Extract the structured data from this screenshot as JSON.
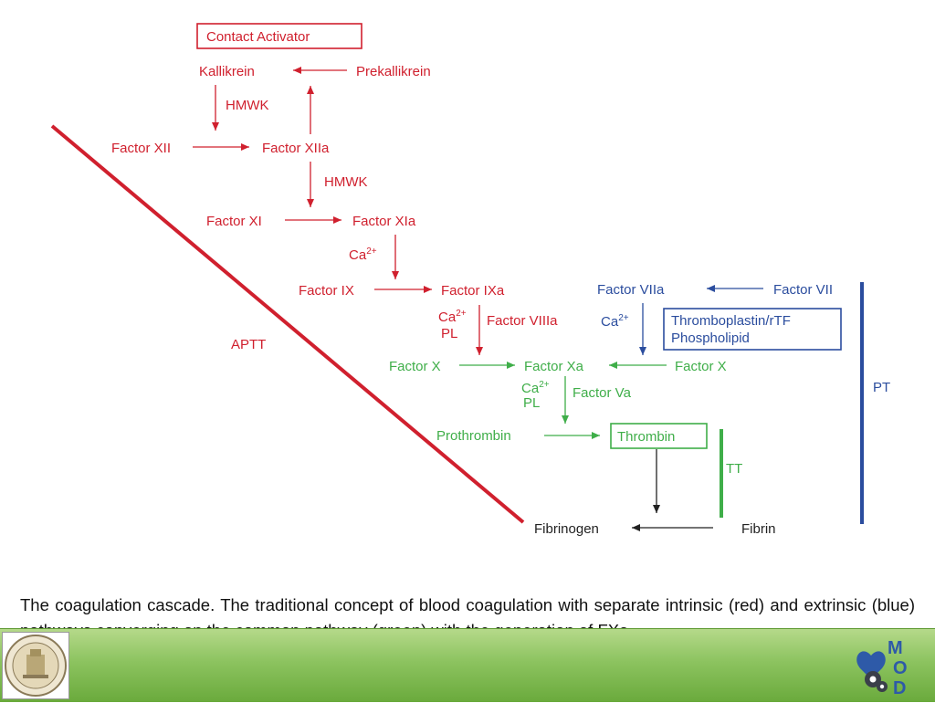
{
  "diagram": {
    "contact_activator": "Contact Activator",
    "kallikrein": "Kallikrein",
    "prekallikrein": "Prekallikrein",
    "hmwk_1": "HMWK",
    "factor_xii": "Factor XII",
    "factor_xiia": "Factor XIIa",
    "hmwk_2": "HMWK",
    "factor_xi": "Factor XI",
    "factor_xia": "Factor XIa",
    "ca_1": "Ca",
    "ca_1_sup": "2+",
    "factor_ix": "Factor IX",
    "factor_ixa": "Factor IXa",
    "ca_2": "Ca",
    "ca_2_sup": "2+",
    "pl_1": "PL",
    "factor_viiia": "Factor VIIIa",
    "aptt": "APTT",
    "factor_viia": "Factor VIIa",
    "factor_vii": "Factor VII",
    "ca_blue": "Ca",
    "ca_blue_sup": "2+",
    "thromboplastin_line1": "Thromboplastin/rTF",
    "thromboplastin_line2": "Phospholipid",
    "factor_x_left": "Factor X",
    "factor_xa": "Factor Xa",
    "factor_x_right": "Factor X",
    "ca_3": "Ca",
    "ca_3_sup": "2+",
    "pl_2": "PL",
    "factor_va": "Factor Va",
    "pt": "PT",
    "prothrombin": "Prothrombin",
    "thrombin": "Thrombin",
    "tt": "TT",
    "fibrinogen": "Fibrinogen",
    "fibrin": "Fibrin"
  },
  "caption": "The coagulation cascade. The traditional concept of blood coagulation with separate intrinsic (red) and extrinsic (blue) pathways converging on the common pathway (green) with the generation of FXa.",
  "footer": {
    "seal_icon": "university-seal-icon",
    "logo_icon": "mod-logo-icon",
    "logo_text": [
      "M",
      "O",
      "D"
    ]
  },
  "colors": {
    "intrinsic": "#d0202e",
    "extrinsic": "#2b4d9e",
    "common": "#3fae49",
    "fibrin": "#222222"
  }
}
